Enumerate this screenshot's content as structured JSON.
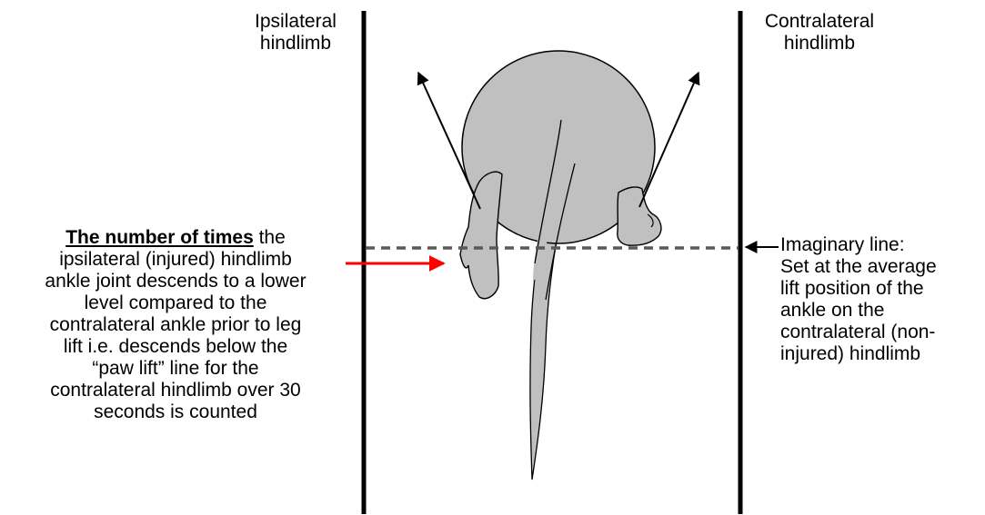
{
  "labels": {
    "ipsilateral_line1": "Ipsilateral",
    "ipsilateral_line2": "hindlimb",
    "contralateral_line1": "Contralateral",
    "contralateral_line2": "hindlimb"
  },
  "left_annotation": {
    "bold_part": "The number of times",
    "line1_rest": " the",
    "lines": [
      "ipsilateral (injured) hindlimb",
      "ankle joint descends to a lower",
      "level compared to the",
      "contralateral ankle prior to leg",
      "lift i.e. descends below the",
      "“paw lift” line for the",
      "contralateral hindlimb over 30",
      "seconds is counted"
    ]
  },
  "right_annotation": {
    "lines": [
      "Imaginary line:",
      "Set at the average",
      "lift position of the",
      "ankle on the",
      "contralateral (non-",
      "injured) hindlimb"
    ]
  },
  "colors": {
    "body_fill": "#c0c0c0",
    "outline": "#000000",
    "red_arrow": "#ff0000",
    "dashed_line": "#595959"
  }
}
